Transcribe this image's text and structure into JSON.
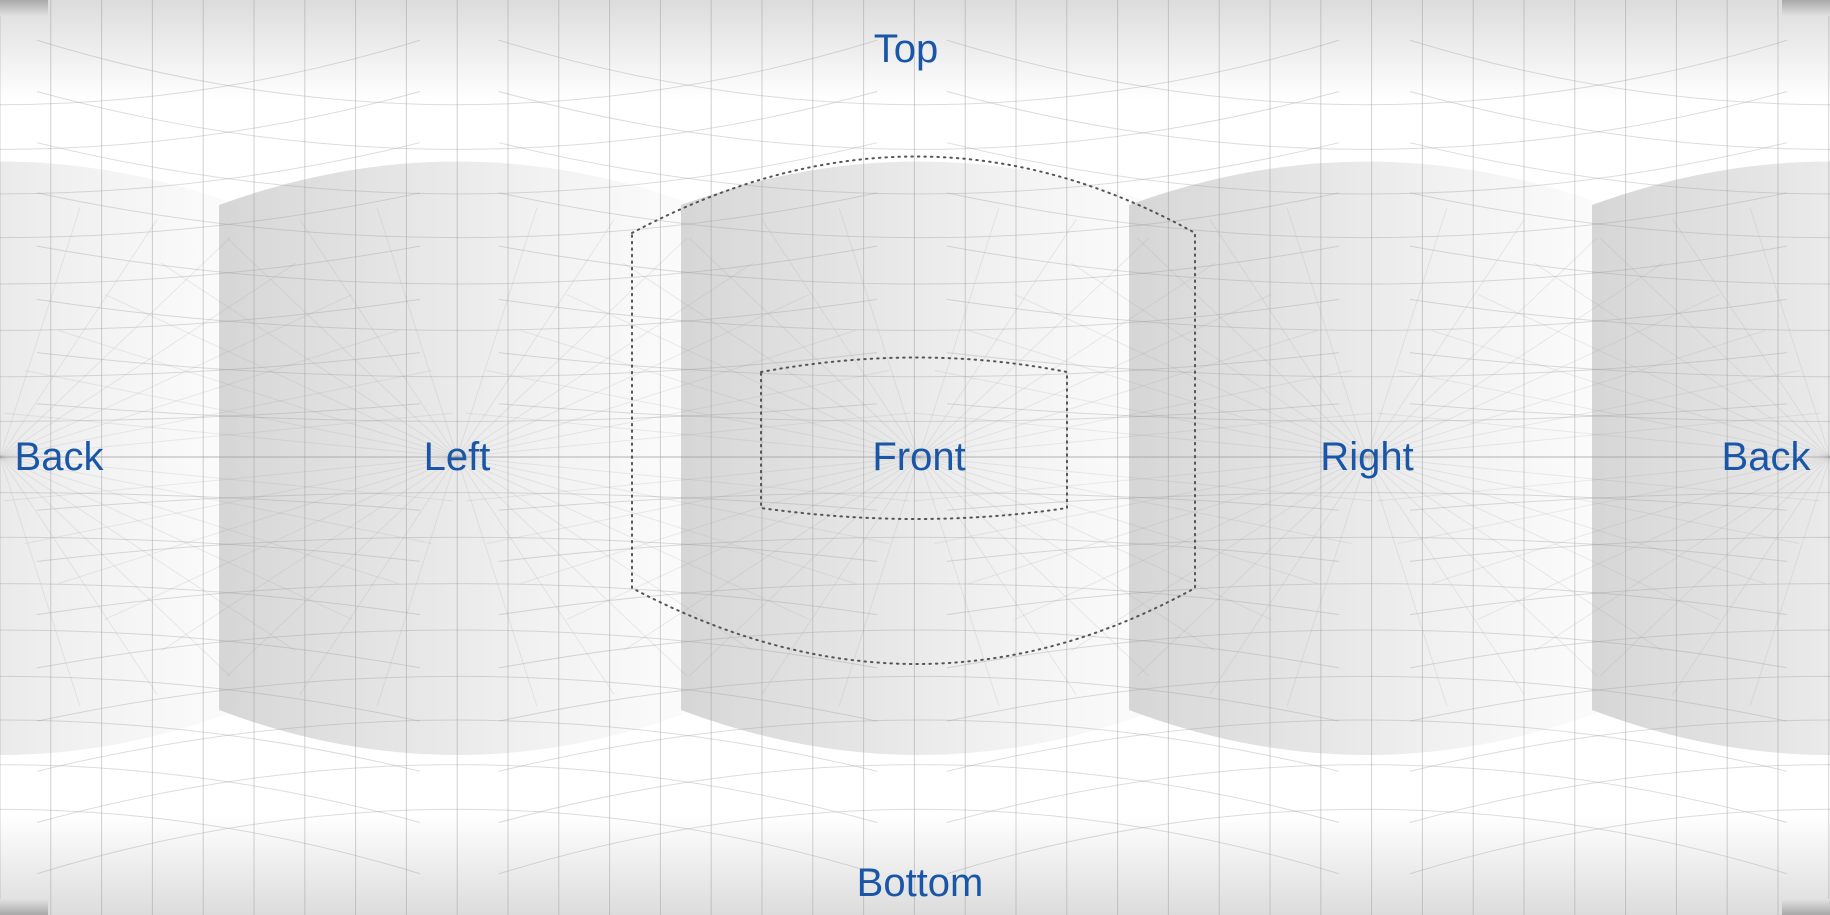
{
  "panorama": {
    "labels": {
      "top": "Top",
      "bottom": "Bottom",
      "front": "Front",
      "left": "Left",
      "right": "Right",
      "back_left": "Back",
      "back_right": "Back"
    }
  },
  "colors": {
    "label": "#1a56a8",
    "grid_line": "#9a9a9a",
    "face_shade": "#d9d9d9",
    "dotted_outline": "#555555",
    "background": "#ffffff"
  }
}
